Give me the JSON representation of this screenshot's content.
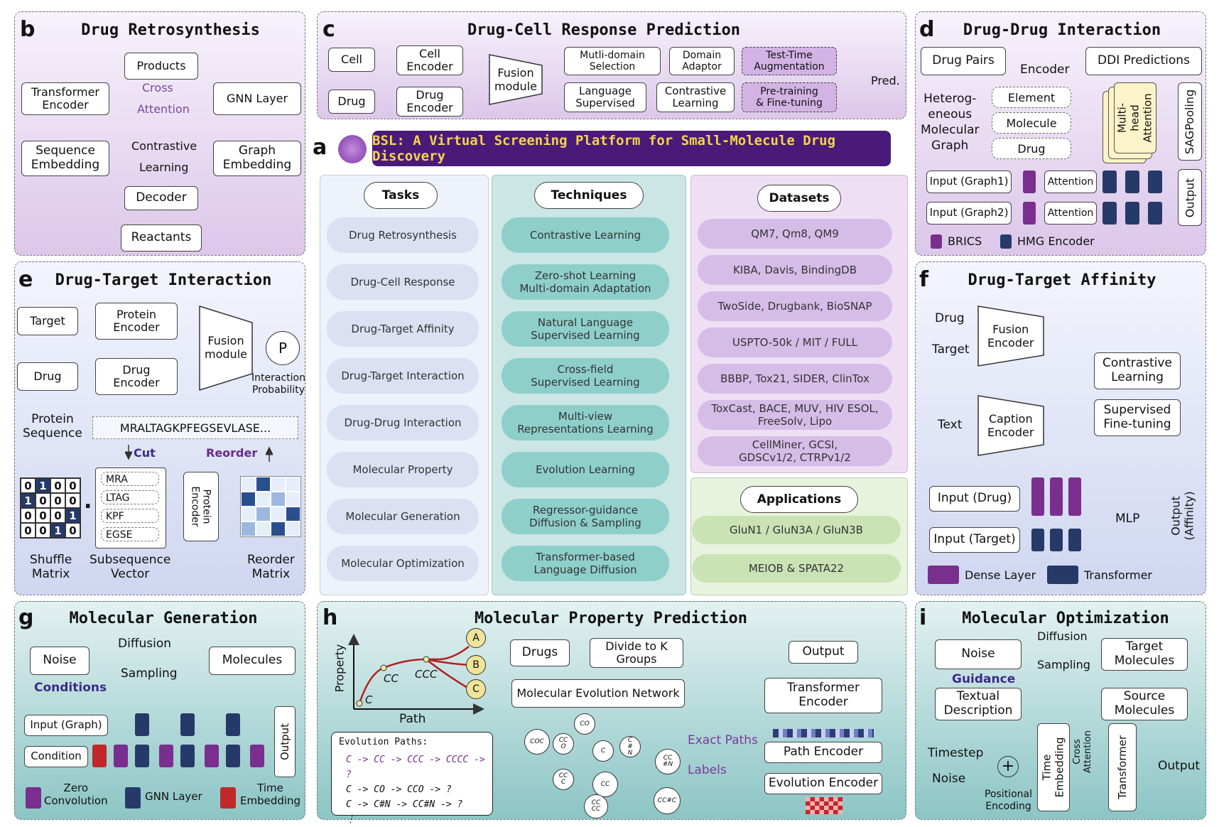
{
  "banner": {
    "letter": "a",
    "text": "BSL: A Virtual Screening Platform for Small-Molecule Drug Discovery"
  },
  "tasks": {
    "header": "Tasks",
    "items": [
      "Drug Retrosynthesis",
      "Drug-Cell Response",
      "Drug-Target Affinity",
      "Drug-Target Interaction",
      "Drug-Drug Interaction",
      "Molecular Property",
      "Molecular Generation",
      "Molecular Optimization"
    ]
  },
  "techniques": {
    "header": "Techniques",
    "items": [
      "Contrastive Learning",
      "Zero-shot Learning\nMulti-domain Adaptation",
      "Natural Language\nSupervised Learning",
      "Cross-field\nSupervised Learning",
      "Multi-view\nRepresentations Learning",
      "Evolution Learning",
      "Regressor-guidance\nDiffusion & Sampling",
      "Transformer-based\nLanguage Diffusion"
    ]
  },
  "datasets": {
    "header": "Datasets",
    "items": [
      "QM7, Qm8, QM9",
      "KIBA, Davis, BindingDB",
      "TwoSide, Drugbank, BioSNAP",
      "USPTO-50k / MIT / FULL",
      "BBBP, Tox21, SIDER, ClinTox",
      "ToxCast, BACE, MUV, HIV ESOL,\nFreeSolv, Lipo",
      "CellMiner, GCSI,\nGDSCv1/2, CTRPv1/2"
    ]
  },
  "applications": {
    "header": "Applications",
    "items": [
      "GluN1 / GluN3A / GluN3B",
      "MEIOB & SPATA22"
    ]
  },
  "panel_b": {
    "letter": "b",
    "title": "Drug Retrosynthesis",
    "products": "Products",
    "transformer_encoder": "Transformer\nEncoder",
    "gnn_layer": "GNN Layer",
    "cross": "Cross",
    "attention": "Attention",
    "sequence_embedding": "Sequence\nEmbedding",
    "graph_embedding": "Graph\nEmbedding",
    "contrastive": "Contrastive",
    "learning": "Learning",
    "decoder": "Decoder",
    "reactants": "Reactants"
  },
  "panel_c": {
    "letter": "c",
    "title": "Drug-Cell Response Prediction",
    "cell": "Cell",
    "drug": "Drug",
    "cell_encoder": "Cell\nEncoder",
    "drug_encoder": "Drug\nEncoder",
    "fusion": "Fusion\nmodule",
    "multi_domain": "Mutli-domain\nSelection",
    "domain_adaptor": "Domain\nAdaptor",
    "tta": "Test-Time\nAugmentation",
    "language": "Language\nSupervised",
    "contrastive": "Contrastive\nLearning",
    "pretraining": "Pre-training\n& Fine-tuning",
    "pred": "Pred."
  },
  "panel_d": {
    "letter": "d",
    "title": "Drug-Drug Interaction",
    "drug_pairs": "Drug Pairs",
    "encoder": "Encoder",
    "ddi_predictions": "DDI Predictions",
    "hetero": "Heterog-\neneous\nMolecular\nGraph",
    "element": "Element",
    "molecule": "Molecule",
    "drug": "Drug",
    "multihead": "Multi-head\nAttention",
    "sagpooling": "SAGPooling",
    "input1": "Input (Graph1)",
    "input2": "Input (Graph2)",
    "attention": "Attention",
    "output": "Output",
    "legend_brics": "BRICS",
    "legend_hmg": "HMG Encoder"
  },
  "panel_e": {
    "letter": "e",
    "title": "Drug-Target Interaction",
    "target": "Target",
    "drug": "Drug",
    "protein_encoder": "Protein\nEncoder",
    "drug_encoder": "Drug\nEncoder",
    "fusion": "Fusion\nmodule",
    "p": "P",
    "interaction_prob": "Interaction\nProbability",
    "protein_sequence": "Protein\nSequence",
    "sequence": "MRALTAGKPFEGSEVLASE...",
    "cut": "Cut",
    "reorder": "Reorder",
    "sub_items": [
      "MRA",
      "LTAG",
      "KPF",
      "EGSE"
    ],
    "protein_encoder_v": "Protein\nEncoder",
    "shuffle_matrix": "Shuffle\nMatrix",
    "subsequence_vector": "Subsequence\nVector",
    "reorder_matrix": "Reorder\nMatrix",
    "matrix": [
      [
        "0",
        "1",
        "0",
        "0"
      ],
      [
        "1",
        "0",
        "0",
        "0"
      ],
      [
        "0",
        "0",
        "0",
        "1"
      ],
      [
        "0",
        "0",
        "1",
        "0"
      ]
    ],
    "dot": "."
  },
  "panel_f": {
    "letter": "f",
    "title": "Drug-Target Affinity",
    "drug": "Drug",
    "target": "Target",
    "text": "Text",
    "fusion_encoder": "Fusion\nEncoder",
    "caption_encoder": "Caption\nEncoder",
    "contrastive": "Contrastive\nLearning",
    "supervised": "Supervised\nFine-tuning",
    "input_drug": "Input (Drug)",
    "input_target": "Input (Target)",
    "mlp": "MLP",
    "output": "Output\n(Affinity)",
    "legend_dense": "Dense Layer",
    "legend_transformer": "Transformer"
  },
  "panel_g": {
    "letter": "g",
    "title": "Molecular Generation",
    "noise": "Noise",
    "molecules": "Molecules",
    "diffusion": "Diffusion",
    "sampling": "Sampling",
    "conditions": "Conditions",
    "input_graph": "Input (Graph)",
    "condition": "Condition",
    "output": "Output",
    "legend_zero": "Zero\nConvolution",
    "legend_gnn": "GNN Layer",
    "legend_time": "Time\nEmbedding"
  },
  "panel_h": {
    "letter": "h",
    "title": "Molecular Property Prediction",
    "property": "Property",
    "path": "Path",
    "c": "C",
    "cc": "CC",
    "ccc": "CCC",
    "leaf_a": "A",
    "leaf_b": "B",
    "leaf_c": "C",
    "evo_title": "Evolution Paths:",
    "evo_paths": [
      "C -> CC -> CCC -> CCCC -> ?",
      "C -> CO -> CCO -> ?",
      "C -> C#N -> CC#N -> ?",
      "⋮"
    ],
    "drugs": "Drugs",
    "divide": "Divide to K\nGroups",
    "men": "Molecular Evolution Network",
    "output": "Output",
    "transformer_encoder": "Transformer\nEncoder",
    "path_encoder": "Path Encoder",
    "evolution_encoder": "Evolution Encoder",
    "exact_paths": "Exact Paths",
    "labels": "Labels",
    "nodes": [
      "CO",
      "COC",
      "CC\nO",
      "C",
      "C\n#\nN",
      "CC\n#N",
      "CC\nC",
      "CC",
      "CC\nCC",
      "CC#C"
    ]
  },
  "panel_i": {
    "letter": "i",
    "title": "Molecular Optimization",
    "noise": "Noise",
    "target_molecules": "Target\nMolecules",
    "diffusion": "Diffusion",
    "sampling": "Sampling",
    "guidance": "Guidance",
    "textual": "Textual\nDescription",
    "source": "Source\nMolecules",
    "timestep": "Timestep",
    "noise2": "Noise",
    "positional": "Positional\nEncoding",
    "time_embedding": "Time\nEmbedding",
    "cross_attention": "Cross\nAttention",
    "transformer": "Transformer",
    "output": "Output"
  },
  "colors": {
    "purple_pill": "#d6bde8",
    "teal_pill": "#8ecfca",
    "blue_pill": "#dbe0f3",
    "green_pill": "#c9e3b4",
    "dense": "#7a2e8e",
    "transformer_blk": "#263a6a",
    "time_red": "#c0282b",
    "banner_bg": "#4a1a78",
    "banner_text": "#f3d54a"
  }
}
